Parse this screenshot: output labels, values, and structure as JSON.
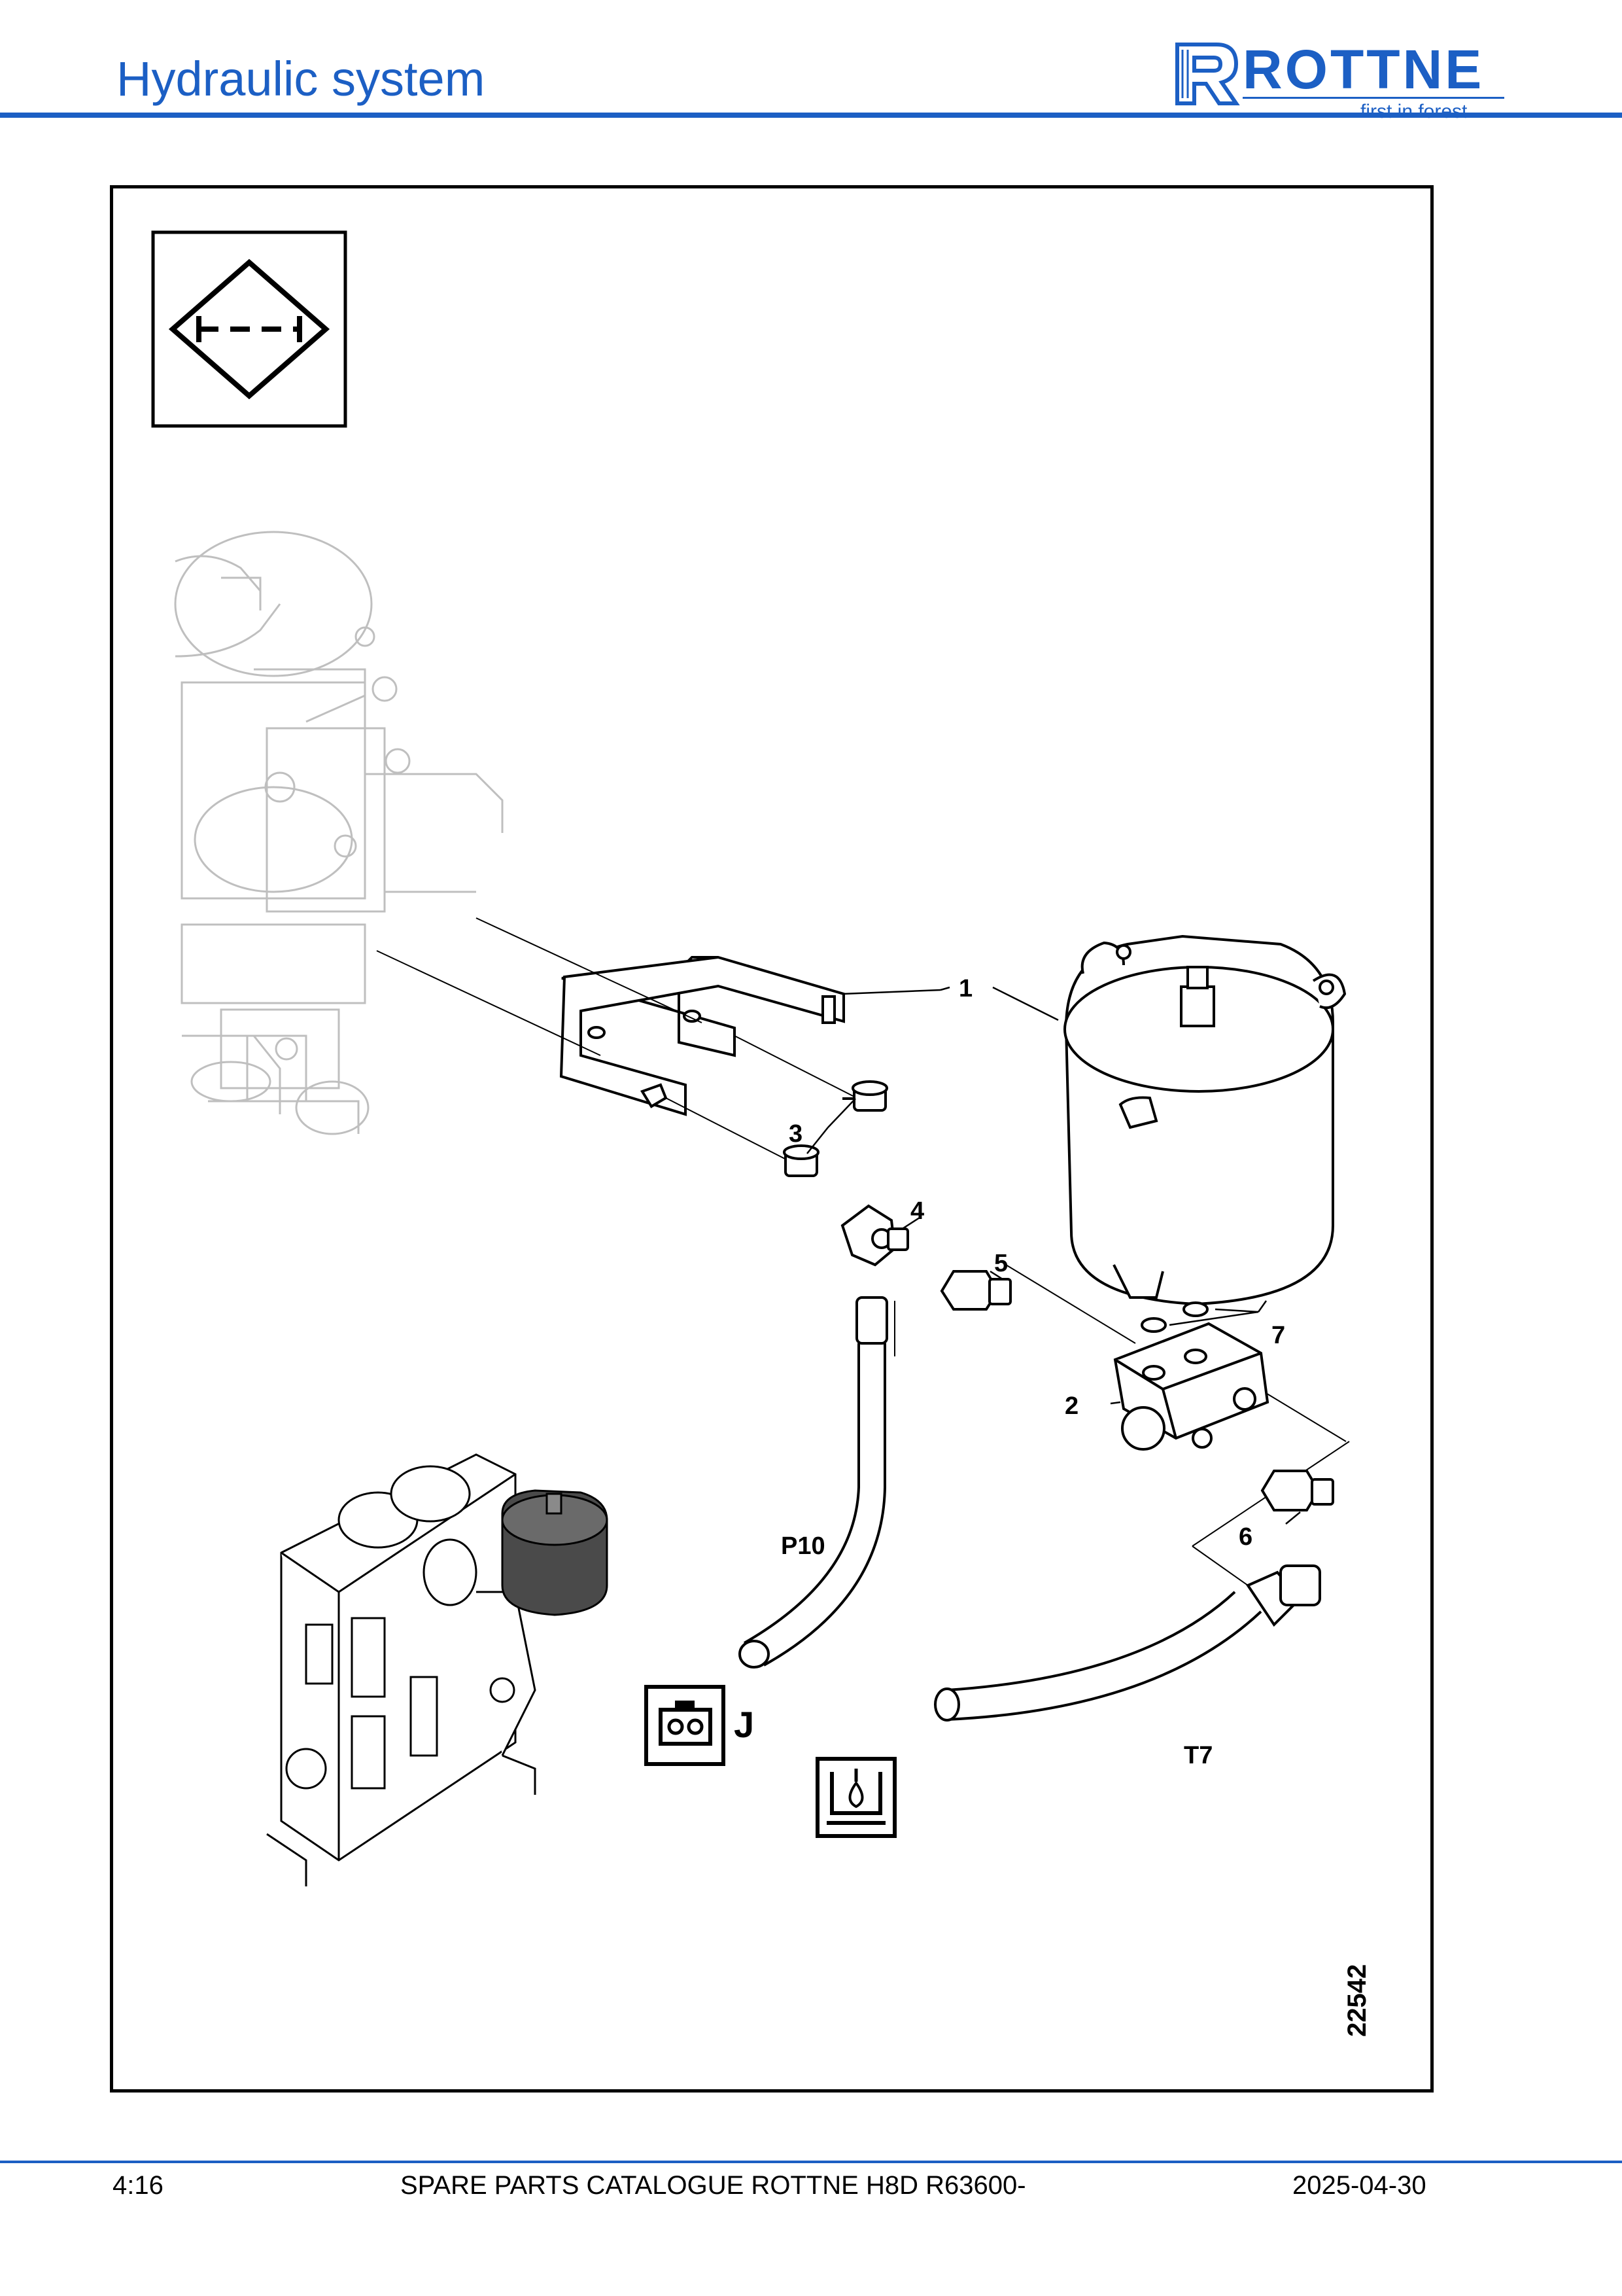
{
  "header": {
    "title": "Hydraulic system",
    "logo_name": "ROTTNE",
    "logo_tagline": "first in forest",
    "accent_color": "#1c5fc4"
  },
  "figure": {
    "callouts": {
      "c1": "1",
      "c2": "2",
      "c3": "3",
      "c4": "4",
      "c5": "5",
      "c6": "6",
      "c7": "7",
      "p10": "P10",
      "t7": "T7",
      "j": "J"
    },
    "figure_number": "22542",
    "icons": [
      "hydraulic-filter-symbol-icon",
      "electrical-connector-icon",
      "hydraulic-tank-icon"
    ]
  },
  "footer": {
    "page": "4:16",
    "catalogue": "SPARE PARTS CATALOGUE ROTTNE H8D R63600-",
    "date": "2025-04-30"
  }
}
